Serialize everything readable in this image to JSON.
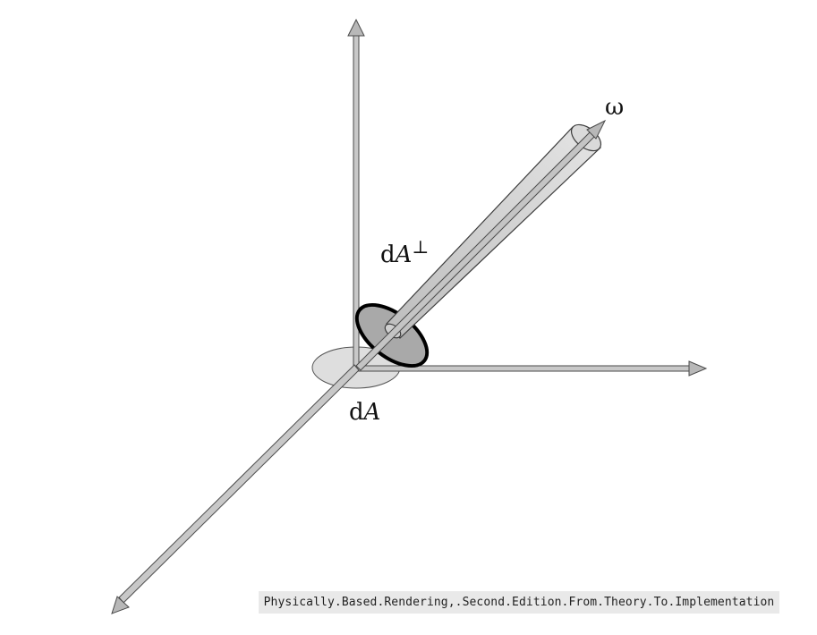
{
  "labels": {
    "omega": "ω",
    "dA_perp_base": "d",
    "dA_perp_var": "A",
    "dA_perp_sup": "⊥",
    "dA_base": "d",
    "dA_var": "A"
  },
  "caption": "Physically.Based.Rendering,.Second.Edition.From.Theory.To.Implementation",
  "colors": {
    "axis_fill": "#c8c8c8",
    "axis_stroke": "#4a4a4a",
    "patch_fill": "#dedede",
    "disk_fill": "#a9a9a9",
    "disk_stroke": "#000000",
    "beam_fill": "#d2d2d2",
    "caption_bg": "#e9e9e9"
  }
}
